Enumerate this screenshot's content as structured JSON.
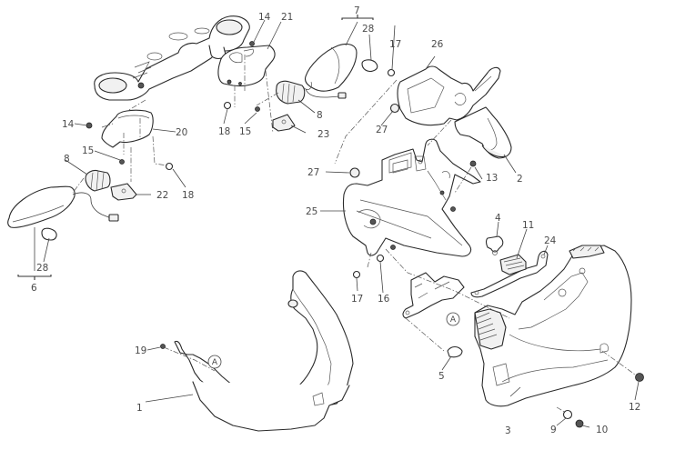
{
  "diagram": {
    "type": "exploded-parts-diagram",
    "subject": "headlight and front fairing assembly",
    "callouts": [
      {
        "id": "c1",
        "label": "1",
        "part": "front fairing lower"
      },
      {
        "id": "c2",
        "label": "2",
        "part": "upper cover"
      },
      {
        "id": "c3",
        "label": "3",
        "part": "headlight unit"
      },
      {
        "id": "c4",
        "label": "4",
        "part": "bulb holder"
      },
      {
        "id": "c5",
        "label": "5",
        "part": "grommet"
      },
      {
        "id": "c6",
        "label": "6",
        "part": "left turn indicator assembly"
      },
      {
        "id": "c7",
        "label": "7",
        "part": "right turn indicator assembly"
      },
      {
        "id": "c8a",
        "label": "8",
        "part": "indicator rubber mount (right)"
      },
      {
        "id": "c8b",
        "label": "8",
        "part": "indicator rubber mount (left)"
      },
      {
        "id": "c9",
        "label": "9",
        "part": "washer"
      },
      {
        "id": "c10",
        "label": "10",
        "part": "nut"
      },
      {
        "id": "c11",
        "label": "11",
        "part": "relay"
      },
      {
        "id": "c12",
        "label": "12",
        "part": "rubber pad"
      },
      {
        "id": "c13",
        "label": "13",
        "part": "rubber pad"
      },
      {
        "id": "c14a",
        "label": "14",
        "part": "screw (top)"
      },
      {
        "id": "c14b",
        "label": "14",
        "part": "screw (left)"
      },
      {
        "id": "c15a",
        "label": "15",
        "part": "screw (center)"
      },
      {
        "id": "c15b",
        "label": "15",
        "part": "screw (left)"
      },
      {
        "id": "c16",
        "label": "16",
        "part": "screw"
      },
      {
        "id": "c17a",
        "label": "17",
        "part": "screw (top)"
      },
      {
        "id": "c17b",
        "label": "17",
        "part": "screw (bottom)"
      },
      {
        "id": "c18a",
        "label": "18",
        "part": "screw (center)"
      },
      {
        "id": "c18b",
        "label": "18",
        "part": "screw (left)"
      },
      {
        "id": "c19",
        "label": "19",
        "part": "screw"
      },
      {
        "id": "c20",
        "label": "20",
        "part": "left fork clamp cover"
      },
      {
        "id": "c21",
        "label": "21",
        "part": "right fork clamp cover"
      },
      {
        "id": "c22",
        "label": "22",
        "part": "left indicator bracket"
      },
      {
        "id": "c23",
        "label": "23",
        "part": "right indicator bracket"
      },
      {
        "id": "c24",
        "label": "24",
        "part": "relay bracket"
      },
      {
        "id": "c25",
        "label": "25",
        "part": "headlight support frame"
      },
      {
        "id": "c26",
        "label": "26",
        "part": "instrument panel cover"
      },
      {
        "id": "c27a",
        "label": "27",
        "part": "rubber bushing (top)"
      },
      {
        "id": "c27b",
        "label": "27",
        "part": "rubber bushing (middle)"
      },
      {
        "id": "c28a",
        "label": "28",
        "part": "indicator bulb (right)"
      },
      {
        "id": "c28b",
        "label": "28",
        "part": "indicator bulb (left)"
      }
    ],
    "references": [
      {
        "id": "refA1",
        "label": "A"
      },
      {
        "id": "refA2",
        "label": "A"
      }
    ]
  }
}
